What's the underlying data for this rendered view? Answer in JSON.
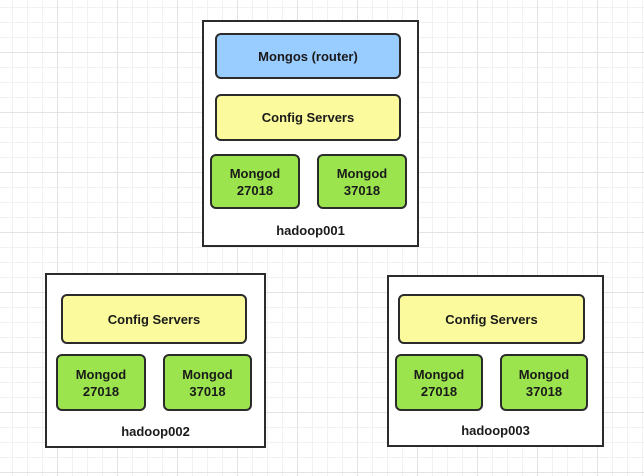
{
  "colors": {
    "canvas-bg": "#ffffff",
    "grid-minor": "#f1f1f1",
    "grid-major": "#e3e3e3",
    "host-fill": "#ffffff",
    "shape-border": "#2b2b2b",
    "text": "#1a1a1a",
    "mongos-fill": "#99ccff",
    "config-fill": "#fbfb9d",
    "mongod-fill": "#9be44d"
  },
  "hosts": [
    {
      "label": "hadoop001",
      "mongos_label": "Mongos (router)",
      "config_label": "Config Servers",
      "mongods": [
        "Mongod\n27018",
        "Mongod\n37018"
      ]
    },
    {
      "label": "hadoop002",
      "config_label": "Config Servers",
      "mongods": [
        "Mongod\n27018",
        "Mongod\n37018"
      ]
    },
    {
      "label": "hadoop003",
      "config_label": "Config Servers",
      "mongods": [
        "Mongod\n27018",
        "Mongod\n37018"
      ]
    }
  ]
}
